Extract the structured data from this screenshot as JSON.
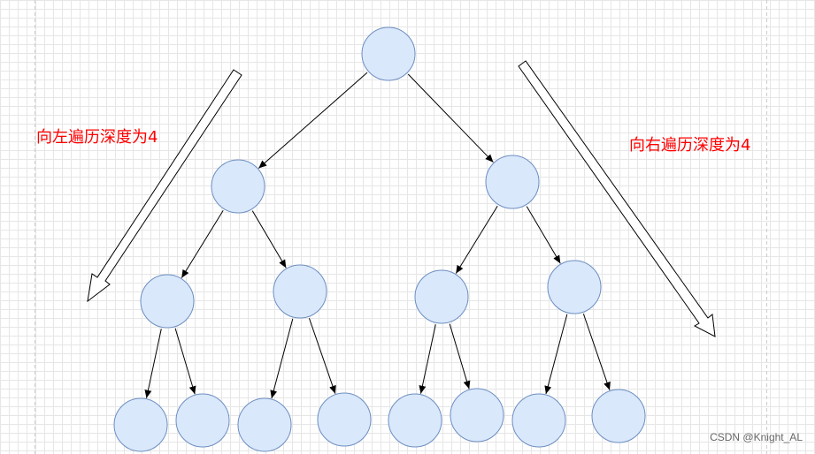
{
  "labels": {
    "left": "向左遍历深度为4",
    "right": "向右遍历深度为4"
  },
  "watermark": "CSDN @Knight_AL",
  "colors": {
    "node_fill": "#dae8fc",
    "node_stroke": "#6c8ebf",
    "edge": "#000000",
    "label": "#ff0000",
    "guide": "#cccccc"
  },
  "tree": {
    "levels": 4,
    "nodes": 15
  }
}
